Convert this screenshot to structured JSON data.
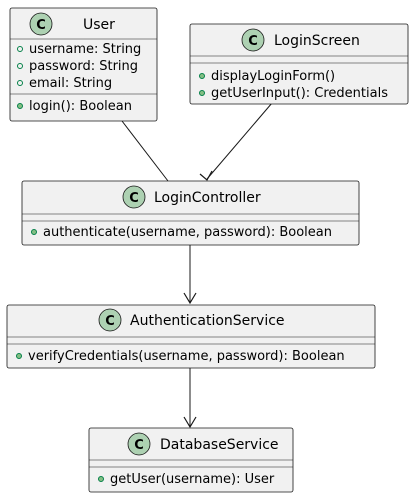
{
  "diagram": {
    "stereotype_letter": "C",
    "classes": {
      "user": {
        "name": "User",
        "attributes": [
          "username: String",
          "password: String",
          "email: String"
        ],
        "methods": [
          "login(): Boolean"
        ]
      },
      "login_screen": {
        "name": "LoginScreen",
        "attributes": [],
        "methods": [
          "displayLoginForm()",
          "getUserInput(): Credentials"
        ]
      },
      "login_controller": {
        "name": "LoginController",
        "attributes": [],
        "methods": [
          "authenticate(username, password): Boolean"
        ]
      },
      "authentication_service": {
        "name": "AuthenticationService",
        "attributes": [],
        "methods": [
          "verifyCredentials(username, password): Boolean"
        ]
      },
      "database_service": {
        "name": "DatabaseService",
        "attributes": [],
        "methods": [
          "getUser(username): User"
        ]
      }
    },
    "relations": [
      {
        "from": "User",
        "to": "LoginController",
        "kind": "association"
      },
      {
        "from": "LoginScreen",
        "to": "LoginController",
        "kind": "directed"
      },
      {
        "from": "LoginController",
        "to": "AuthenticationService",
        "kind": "directed"
      },
      {
        "from": "AuthenticationService",
        "to": "DatabaseService",
        "kind": "directed"
      }
    ]
  }
}
